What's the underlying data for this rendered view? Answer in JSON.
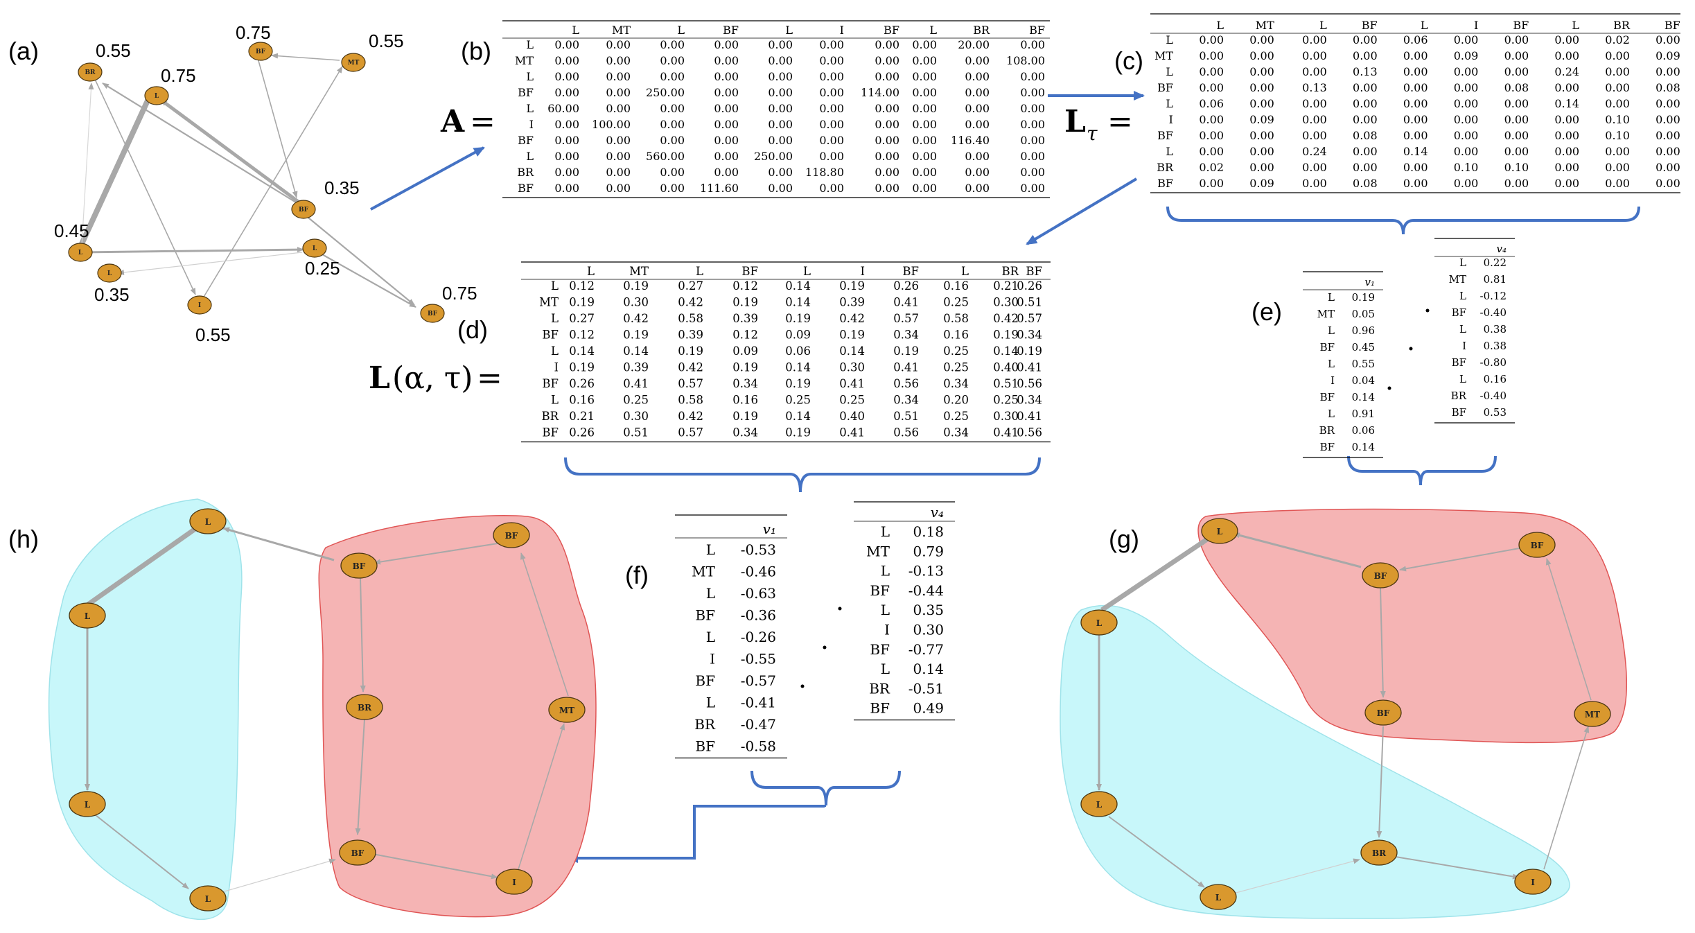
{
  "colors": {
    "node_fill": "#d9982e",
    "node_stroke": "#4a3510",
    "edge": "#a8a8a8",
    "arrow_blue": "#4472c4",
    "cluster_cyan": "#c8f7fa",
    "cluster_red": "#f5b4b4",
    "cluster_red_stroke": "#e05555",
    "cluster_cyan_stroke": "#9fe3ea"
  },
  "panels": {
    "a": "(a)",
    "b": "(b)",
    "c": "(c)",
    "d": "(d)",
    "e": "(e)",
    "f": "(f)",
    "g": "(g)",
    "h": "(h)"
  },
  "equations": {
    "A": "A",
    "L_tau": "L",
    "tau": "τ",
    "L_alpha_tau_L": "L",
    "L_alpha_tau_args": "(α, τ)",
    "equals": "="
  },
  "graph_a": {
    "nodes": [
      {
        "id": "BR1",
        "label": "BR",
        "weight": "0.55"
      },
      {
        "id": "L1",
        "label": "L",
        "weight": "0.75"
      },
      {
        "id": "BF1",
        "label": "BF",
        "weight": "0.75"
      },
      {
        "id": "MT",
        "label": "MT",
        "weight": "0.55"
      },
      {
        "id": "BF2",
        "label": "BF",
        "weight": "0.35"
      },
      {
        "id": "L2",
        "label": "L",
        "weight": "0.45"
      },
      {
        "id": "L3",
        "label": "L",
        "weight": "0.35"
      },
      {
        "id": "L4",
        "label": "L",
        "weight": "0.25"
      },
      {
        "id": "I",
        "label": "I",
        "weight": "0.55"
      },
      {
        "id": "BF3",
        "label": "BF",
        "weight": "0.75"
      }
    ]
  },
  "matrix_labels": [
    "L",
    "MT",
    "L",
    "BF",
    "L",
    "I",
    "BF",
    "L",
    "BR",
    "BF"
  ],
  "matrix_A": [
    [
      "0.00",
      "0.00",
      "0.00",
      "0.00",
      "0.00",
      "0.00",
      "0.00",
      "0.00",
      "20.00",
      "0.00"
    ],
    [
      "0.00",
      "0.00",
      "0.00",
      "0.00",
      "0.00",
      "0.00",
      "0.00",
      "0.00",
      "0.00",
      "108.00"
    ],
    [
      "0.00",
      "0.00",
      "0.00",
      "0.00",
      "0.00",
      "0.00",
      "0.00",
      "0.00",
      "0.00",
      "0.00"
    ],
    [
      "0.00",
      "0.00",
      "250.00",
      "0.00",
      "0.00",
      "0.00",
      "114.00",
      "0.00",
      "0.00",
      "0.00"
    ],
    [
      "60.00",
      "0.00",
      "0.00",
      "0.00",
      "0.00",
      "0.00",
      "0.00",
      "0.00",
      "0.00",
      "0.00"
    ],
    [
      "0.00",
      "100.00",
      "0.00",
      "0.00",
      "0.00",
      "0.00",
      "0.00",
      "0.00",
      "0.00",
      "0.00"
    ],
    [
      "0.00",
      "0.00",
      "0.00",
      "0.00",
      "0.00",
      "0.00",
      "0.00",
      "0.00",
      "116.40",
      "0.00"
    ],
    [
      "0.00",
      "0.00",
      "560.00",
      "0.00",
      "250.00",
      "0.00",
      "0.00",
      "0.00",
      "0.00",
      "0.00"
    ],
    [
      "0.00",
      "0.00",
      "0.00",
      "0.00",
      "0.00",
      "118.80",
      "0.00",
      "0.00",
      "0.00",
      "0.00"
    ],
    [
      "0.00",
      "0.00",
      "0.00",
      "111.60",
      "0.00",
      "0.00",
      "0.00",
      "0.00",
      "0.00",
      "0.00"
    ]
  ],
  "matrix_Ltau": [
    [
      "0.00",
      "0.00",
      "0.00",
      "0.00",
      "0.06",
      "0.00",
      "0.00",
      "0.00",
      "0.02",
      "0.00"
    ],
    [
      "0.00",
      "0.00",
      "0.00",
      "0.00",
      "0.00",
      "0.09",
      "0.00",
      "0.00",
      "0.00",
      "0.09"
    ],
    [
      "0.00",
      "0.00",
      "0.00",
      "0.13",
      "0.00",
      "0.00",
      "0.00",
      "0.24",
      "0.00",
      "0.00"
    ],
    [
      "0.00",
      "0.00",
      "0.13",
      "0.00",
      "0.00",
      "0.00",
      "0.08",
      "0.00",
      "0.00",
      "0.08"
    ],
    [
      "0.06",
      "0.00",
      "0.00",
      "0.00",
      "0.00",
      "0.00",
      "0.00",
      "0.14",
      "0.00",
      "0.00"
    ],
    [
      "0.00",
      "0.09",
      "0.00",
      "0.00",
      "0.00",
      "0.00",
      "0.00",
      "0.00",
      "0.10",
      "0.00"
    ],
    [
      "0.00",
      "0.00",
      "0.00",
      "0.08",
      "0.00",
      "0.00",
      "0.00",
      "0.00",
      "0.10",
      "0.00"
    ],
    [
      "0.00",
      "0.00",
      "0.24",
      "0.00",
      "0.14",
      "0.00",
      "0.00",
      "0.00",
      "0.00",
      "0.00"
    ],
    [
      "0.02",
      "0.00",
      "0.00",
      "0.00",
      "0.00",
      "0.10",
      "0.10",
      "0.00",
      "0.00",
      "0.00"
    ],
    [
      "0.00",
      "0.09",
      "0.00",
      "0.08",
      "0.00",
      "0.00",
      "0.00",
      "0.00",
      "0.00",
      "0.00"
    ]
  ],
  "matrix_L": [
    [
      "0.12",
      "0.19",
      "0.27",
      "0.12",
      "0.14",
      "0.19",
      "0.26",
      "0.16",
      "0.21",
      "0.26"
    ],
    [
      "0.19",
      "0.30",
      "0.42",
      "0.19",
      "0.14",
      "0.39",
      "0.41",
      "0.25",
      "0.30",
      "0.51"
    ],
    [
      "0.27",
      "0.42",
      "0.58",
      "0.39",
      "0.19",
      "0.42",
      "0.57",
      "0.58",
      "0.42",
      "0.57"
    ],
    [
      "0.12",
      "0.19",
      "0.39",
      "0.12",
      "0.09",
      "0.19",
      "0.34",
      "0.16",
      "0.19",
      "0.34"
    ],
    [
      "0.14",
      "0.14",
      "0.19",
      "0.09",
      "0.06",
      "0.14",
      "0.19",
      "0.25",
      "0.14",
      "0.19"
    ],
    [
      "0.19",
      "0.39",
      "0.42",
      "0.19",
      "0.14",
      "0.30",
      "0.41",
      "0.25",
      "0.40",
      "0.41"
    ],
    [
      "0.26",
      "0.41",
      "0.57",
      "0.34",
      "0.19",
      "0.41",
      "0.56",
      "0.34",
      "0.51",
      "0.56"
    ],
    [
      "0.16",
      "0.25",
      "0.58",
      "0.16",
      "0.25",
      "0.25",
      "0.34",
      "0.20",
      "0.25",
      "0.34"
    ],
    [
      "0.21",
      "0.30",
      "0.42",
      "0.19",
      "0.14",
      "0.40",
      "0.51",
      "0.25",
      "0.30",
      "0.41"
    ],
    [
      "0.26",
      "0.51",
      "0.57",
      "0.34",
      "0.19",
      "0.41",
      "0.56",
      "0.34",
      "0.41",
      "0.56"
    ]
  ],
  "vec_e_v1": {
    "header": "v₁",
    "values": [
      "0.19",
      "0.05",
      "0.96",
      "0.45",
      "0.55",
      "0.04",
      "0.14",
      "0.91",
      "0.06",
      "0.14"
    ]
  },
  "vec_e_v4": {
    "header": "v₄",
    "values": [
      "0.22",
      "0.81",
      "-0.12",
      "-0.40",
      "0.38",
      "0.38",
      "-0.80",
      "0.16",
      "-0.40",
      "0.53"
    ]
  },
  "vec_f_v1": {
    "header": "v₁",
    "values": [
      "-0.53",
      "-0.46",
      "-0.63",
      "-0.36",
      "-0.26",
      "-0.55",
      "-0.57",
      "-0.41",
      "-0.47",
      "-0.58"
    ]
  },
  "vec_f_v4": {
    "header": "v₄",
    "values": [
      "0.18",
      "0.79",
      "-0.13",
      "-0.44",
      "0.35",
      "0.30",
      "-0.77",
      "0.14",
      "-0.51",
      "0.49"
    ]
  },
  "graph_h": {
    "nodes": [
      "L",
      "L",
      "L",
      "L",
      "BF",
      "BF",
      "BR",
      "BF",
      "MT",
      "I"
    ]
  },
  "graph_g": {
    "nodes": [
      "L",
      "L",
      "L",
      "L",
      "BF",
      "BF",
      "BF",
      "BR",
      "MT",
      "I"
    ]
  }
}
